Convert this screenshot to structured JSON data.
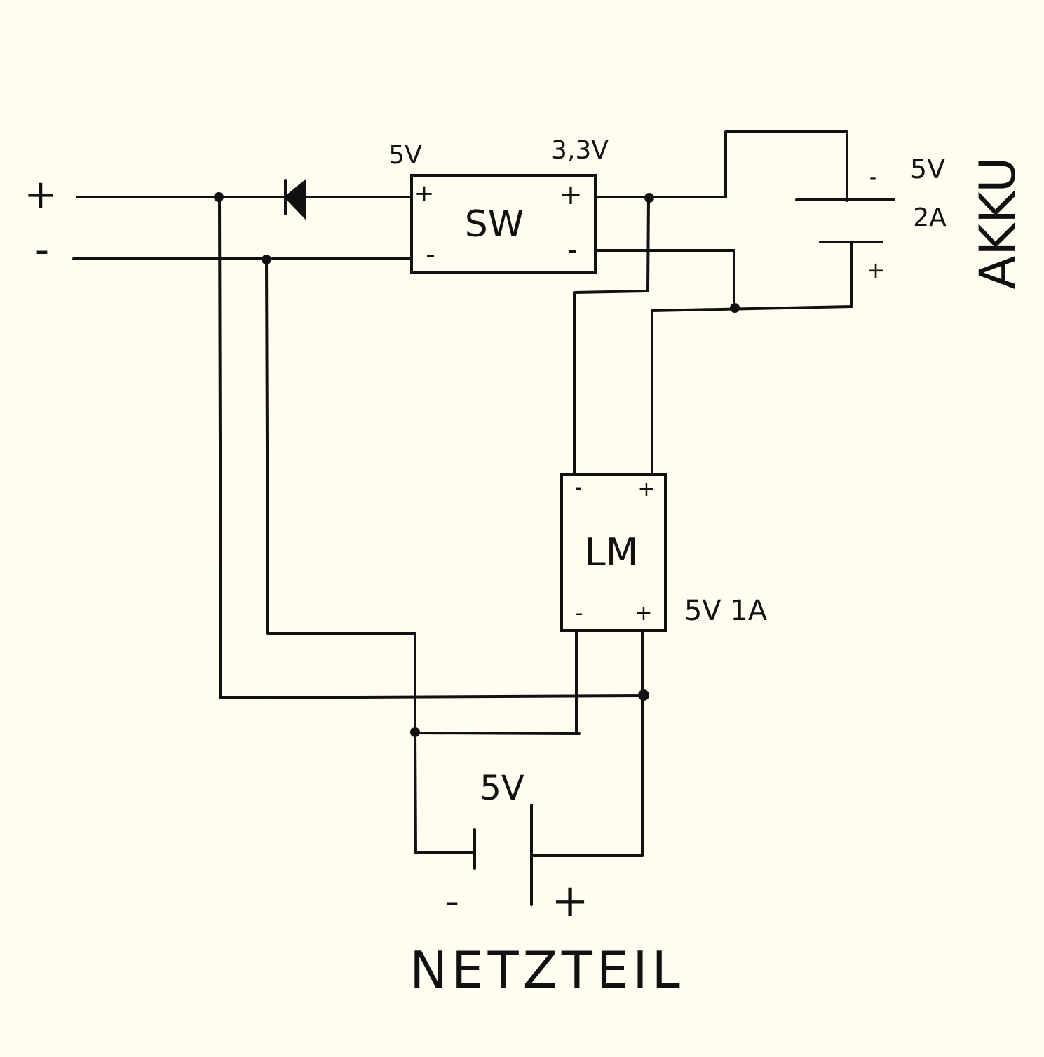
{
  "colors": {
    "background": "#fffdf0",
    "ink": "#111111"
  },
  "input": {
    "plus": "+",
    "minus": "-"
  },
  "switch_module": {
    "label": "SW",
    "in_voltage": "5V",
    "out_voltage": "3,3V",
    "in_plus": "+",
    "in_minus": "-",
    "out_plus": "+",
    "out_minus": "-"
  },
  "battery": {
    "title": "AKKU",
    "voltage": "5V",
    "current": "2A",
    "minus": "-",
    "plus": "+"
  },
  "regulator": {
    "label": "LM",
    "rating": "5V 1A",
    "top_minus": "-",
    "top_plus": "+",
    "bottom_minus": "-",
    "bottom_plus": "+"
  },
  "power_supply": {
    "title": "NETZTEIL",
    "voltage": "5V",
    "minus": "-",
    "plus": "+"
  }
}
